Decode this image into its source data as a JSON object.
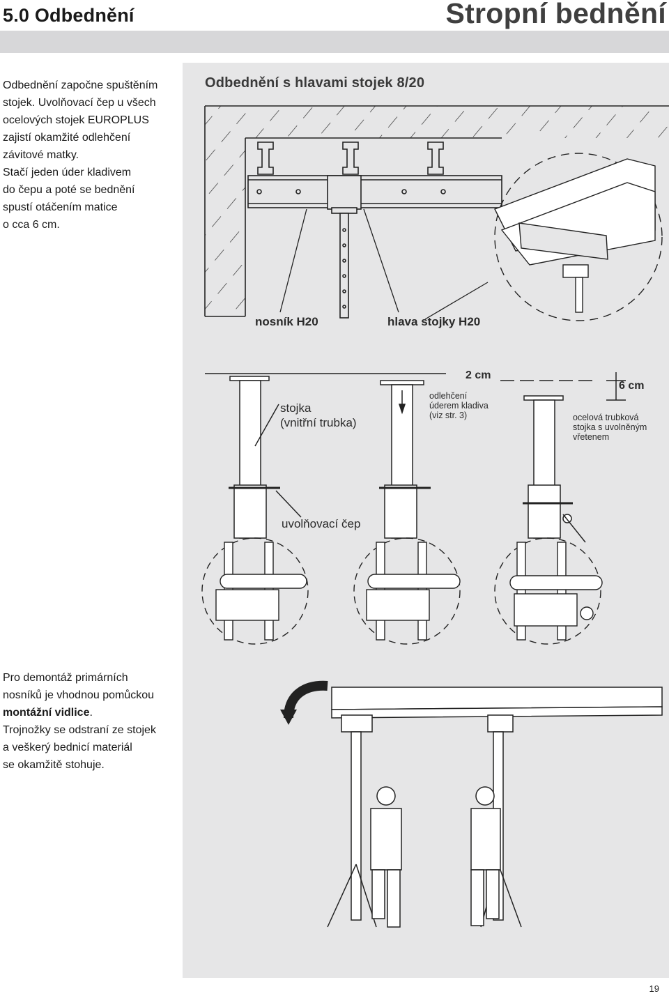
{
  "header": {
    "section_title": "5.0  Odbednění",
    "chapter_title": "Stropní bednění"
  },
  "intro": {
    "lines": [
      "Odbednění započne spuštěním",
      "stojek. Uvolňovací čep u všech",
      "ocelových stojek EUROPLUS",
      "zajistí okamžité odlehčení",
      "závitové matky.",
      "Stačí jeden úder kladivem",
      "do čepu a poté se bednění",
      "spustí otáčením matice",
      "o cca 6 cm."
    ]
  },
  "figure": {
    "title": "Odbednění s hlavami stojek 8/20",
    "labels": {
      "beam": "nosník H20",
      "prop_head": "hlava stojky H20",
      "prop_line1": "stojka",
      "prop_line2": "(vnitřní trubka)",
      "dim_2cm": "2 cm",
      "relief_line1": "odlehčení",
      "relief_line2": "úderem kladiva",
      "relief_line3": "(viz str. 3)",
      "dim_6cm": "6 cm",
      "steel_line1": "ocelová trubková",
      "steel_line2": "stojka s uvolněným",
      "steel_line3": "vřetenem",
      "release_pin": "uvolňovací čep"
    }
  },
  "dismantle": {
    "line1": "Pro demontáž primárních",
    "line2": "nosníků je vhodnou pomůckou",
    "line3_bold": "montážní vidlice",
    "line3_tail": ".",
    "line4": "Trojnožky se odstraní ze stojek",
    "line5": "a veškerý bednicí materiál",
    "line6": "se okamžitě stohuje."
  },
  "page": {
    "number": "19"
  },
  "colors": {
    "panel": "#e6e6e7",
    "header_rule": "#d7d7d9",
    "ink": "#1a1a1a"
  }
}
